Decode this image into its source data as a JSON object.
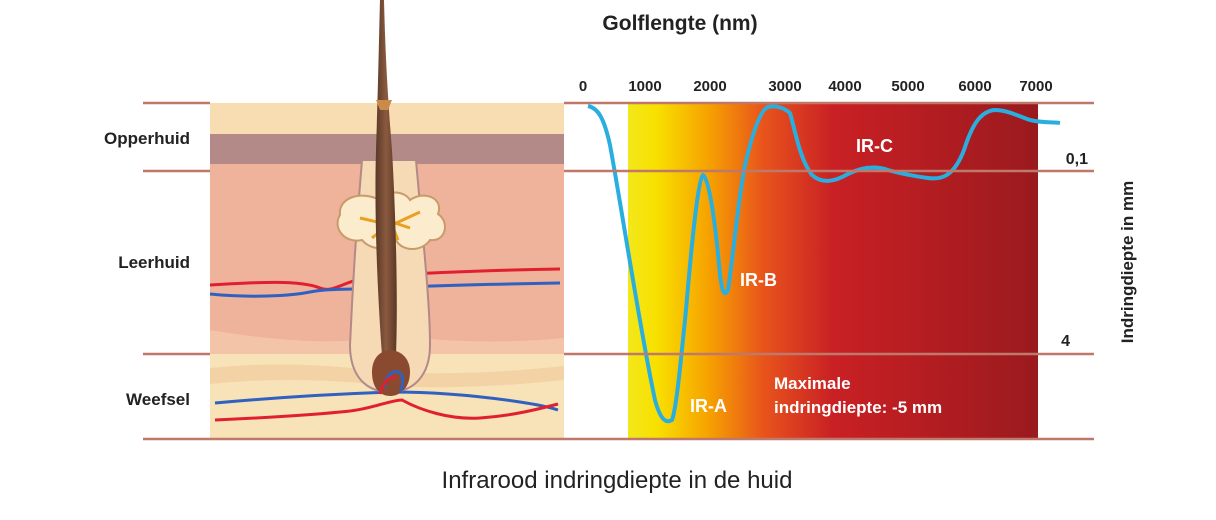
{
  "title": "Infrarood indringdiepte in de huid",
  "top_axis": {
    "label": "Golflengte (nm)",
    "ticks": [
      "0",
      "1000",
      "2000",
      "3000",
      "4000",
      "5000",
      "6000",
      "7000"
    ]
  },
  "right_axis": {
    "label": "Indringdiepte in mm",
    "ticks": [
      "0,1",
      "4"
    ]
  },
  "skin_layers": [
    "Opperhuid",
    "Leerhuid",
    "Weefsel"
  ],
  "bands": {
    "ir_a": "IR-A",
    "ir_b": "IR-B",
    "ir_c": "IR-C"
  },
  "annotation": {
    "line1": "Maximale",
    "line2": "indringdiepte: -5 mm"
  },
  "colors": {
    "curve": "#2aaee0",
    "layer_line": "#c0786a",
    "gradient": [
      "#f5e600",
      "#f6a300",
      "#e8581c",
      "#c51f22",
      "#9a1a1e"
    ],
    "artery": "#e02030",
    "vein": "#3060c0"
  }
}
